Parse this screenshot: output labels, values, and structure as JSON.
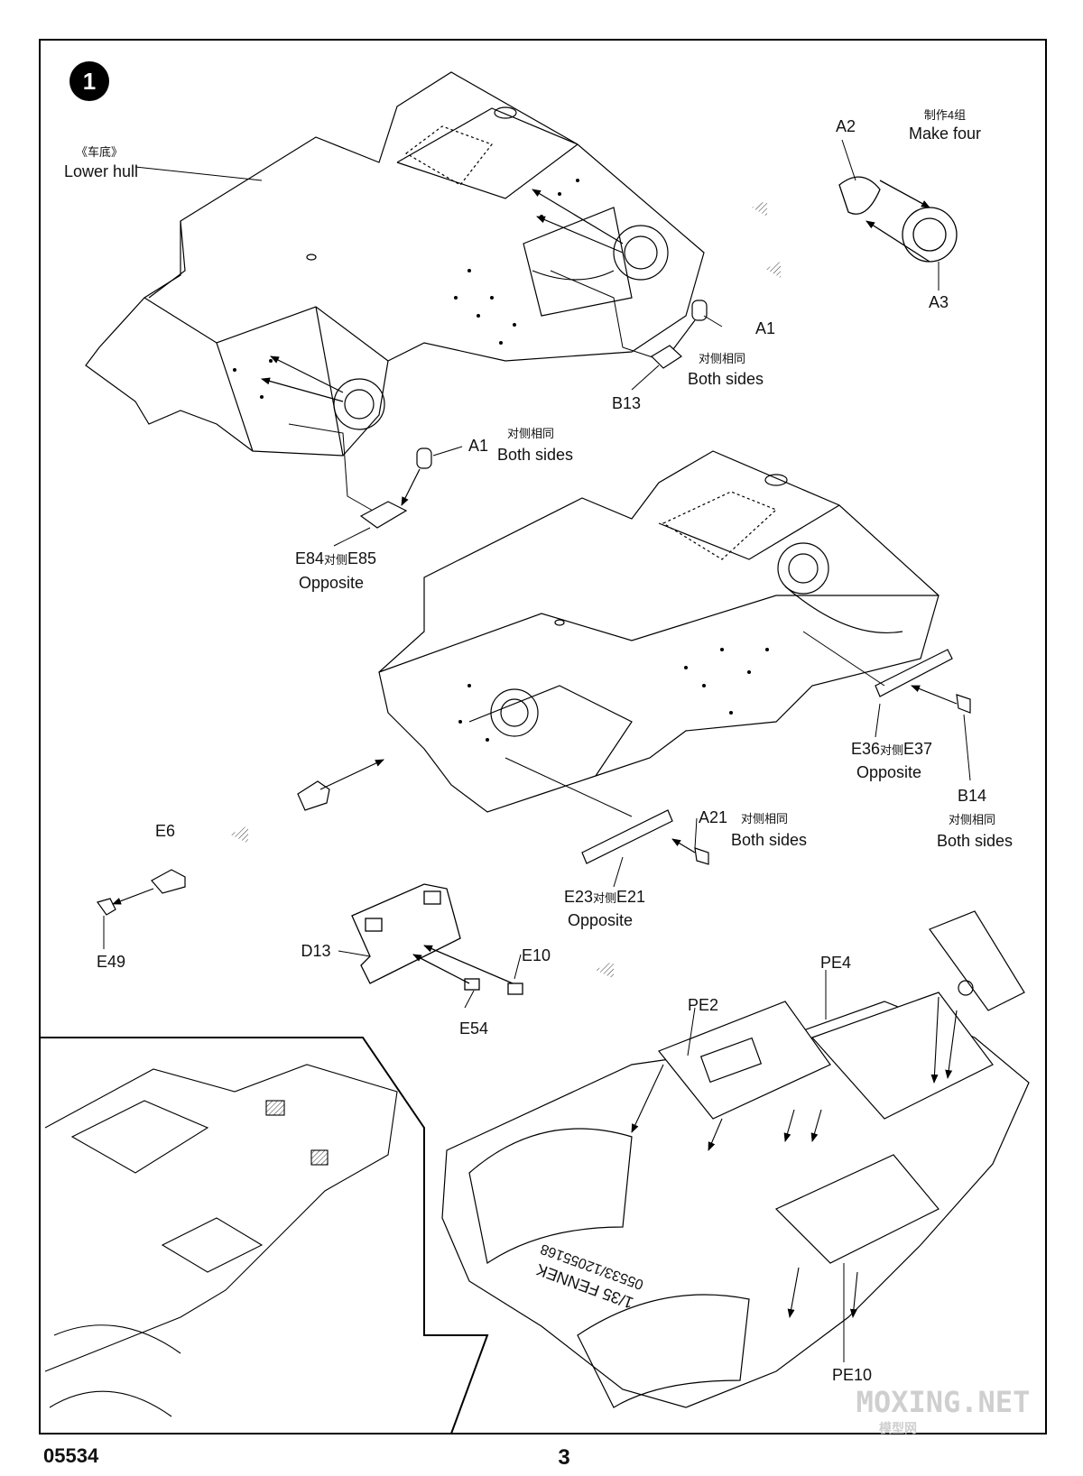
{
  "step": {
    "number": "1"
  },
  "labels": {
    "lower_hull_cn": "《车底》",
    "lower_hull_en": "Lower hull",
    "a2": "A2",
    "a3": "A3",
    "make_four_cn": "制作4组",
    "make_four_en": "Make four",
    "a1_top": "A1",
    "both_sides_top_cn": "对侧相同",
    "both_sides_top_en": "Both sides",
    "b13": "B13",
    "a1_mid": "A1",
    "both_sides_mid_cn": "对侧相同",
    "both_sides_mid_en": "Both sides",
    "e84_e85_a": "E84",
    "e84_e85_cn": "对侧",
    "e84_e85_b": "E85",
    "opposite_e84": "Opposite",
    "e36_a": "E36",
    "e36_cn": "对侧",
    "e36_b": "E37",
    "opposite_e36": "Opposite",
    "b14": "B14",
    "both_sides_b14_cn": "对侧相同",
    "both_sides_b14_en": "Both sides",
    "a21": "A21",
    "both_sides_a21_cn": "对侧相同",
    "both_sides_a21_en": "Both sides",
    "e6": "E6",
    "e49": "E49",
    "e23_a": "E23",
    "e23_cn": "对侧",
    "e23_b": "E21",
    "opposite_e23": "Opposite",
    "d13": "D13",
    "e10": "E10",
    "e54": "E54",
    "pe2": "PE2",
    "pe4": "PE4",
    "pe10": "PE10",
    "hull_stamp_line1": "1/35 FENNEK",
    "hull_stamp_line2": "05533/12055168"
  },
  "footer": {
    "catalog_number": "05534",
    "page_number": "3"
  },
  "watermark": {
    "line1": "MOXING.NET",
    "line2": "模型网"
  }
}
